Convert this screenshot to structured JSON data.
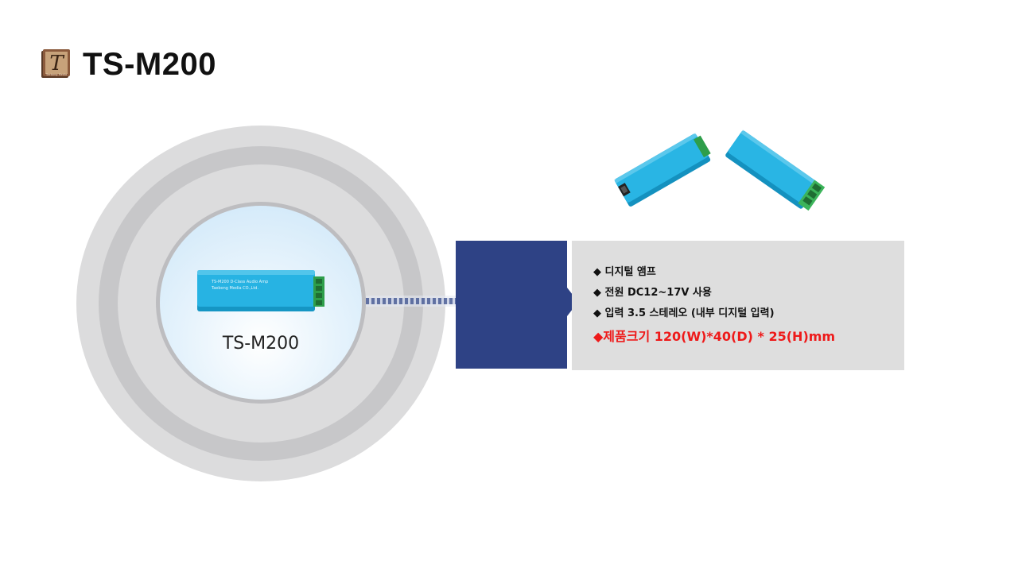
{
  "header": {
    "title": "TS-M200",
    "logo_letter": "T",
    "logo_small_text": "Taebong Media"
  },
  "diagram": {
    "center_label": "TS-M200",
    "device_label_line1": "TS-M200 D-Class Audio Amp",
    "device_label_line2": "Taebong Media CO.,Ltd."
  },
  "specs": {
    "items": [
      "◆ 디지털 앰프",
      "◆ 전원 DC12~17V 사용",
      "◆ 입력 3.5 스테레오 (내부 디지털 입력)",
      "◆제품크기 120(W)*40(D) * 25(H)mm"
    ]
  },
  "colors": {
    "accent_blue": "#2e4285",
    "highlight_red": "#ee1a1a",
    "device_body": "#1aa7d6",
    "terminal_green": "#3cb45a"
  }
}
